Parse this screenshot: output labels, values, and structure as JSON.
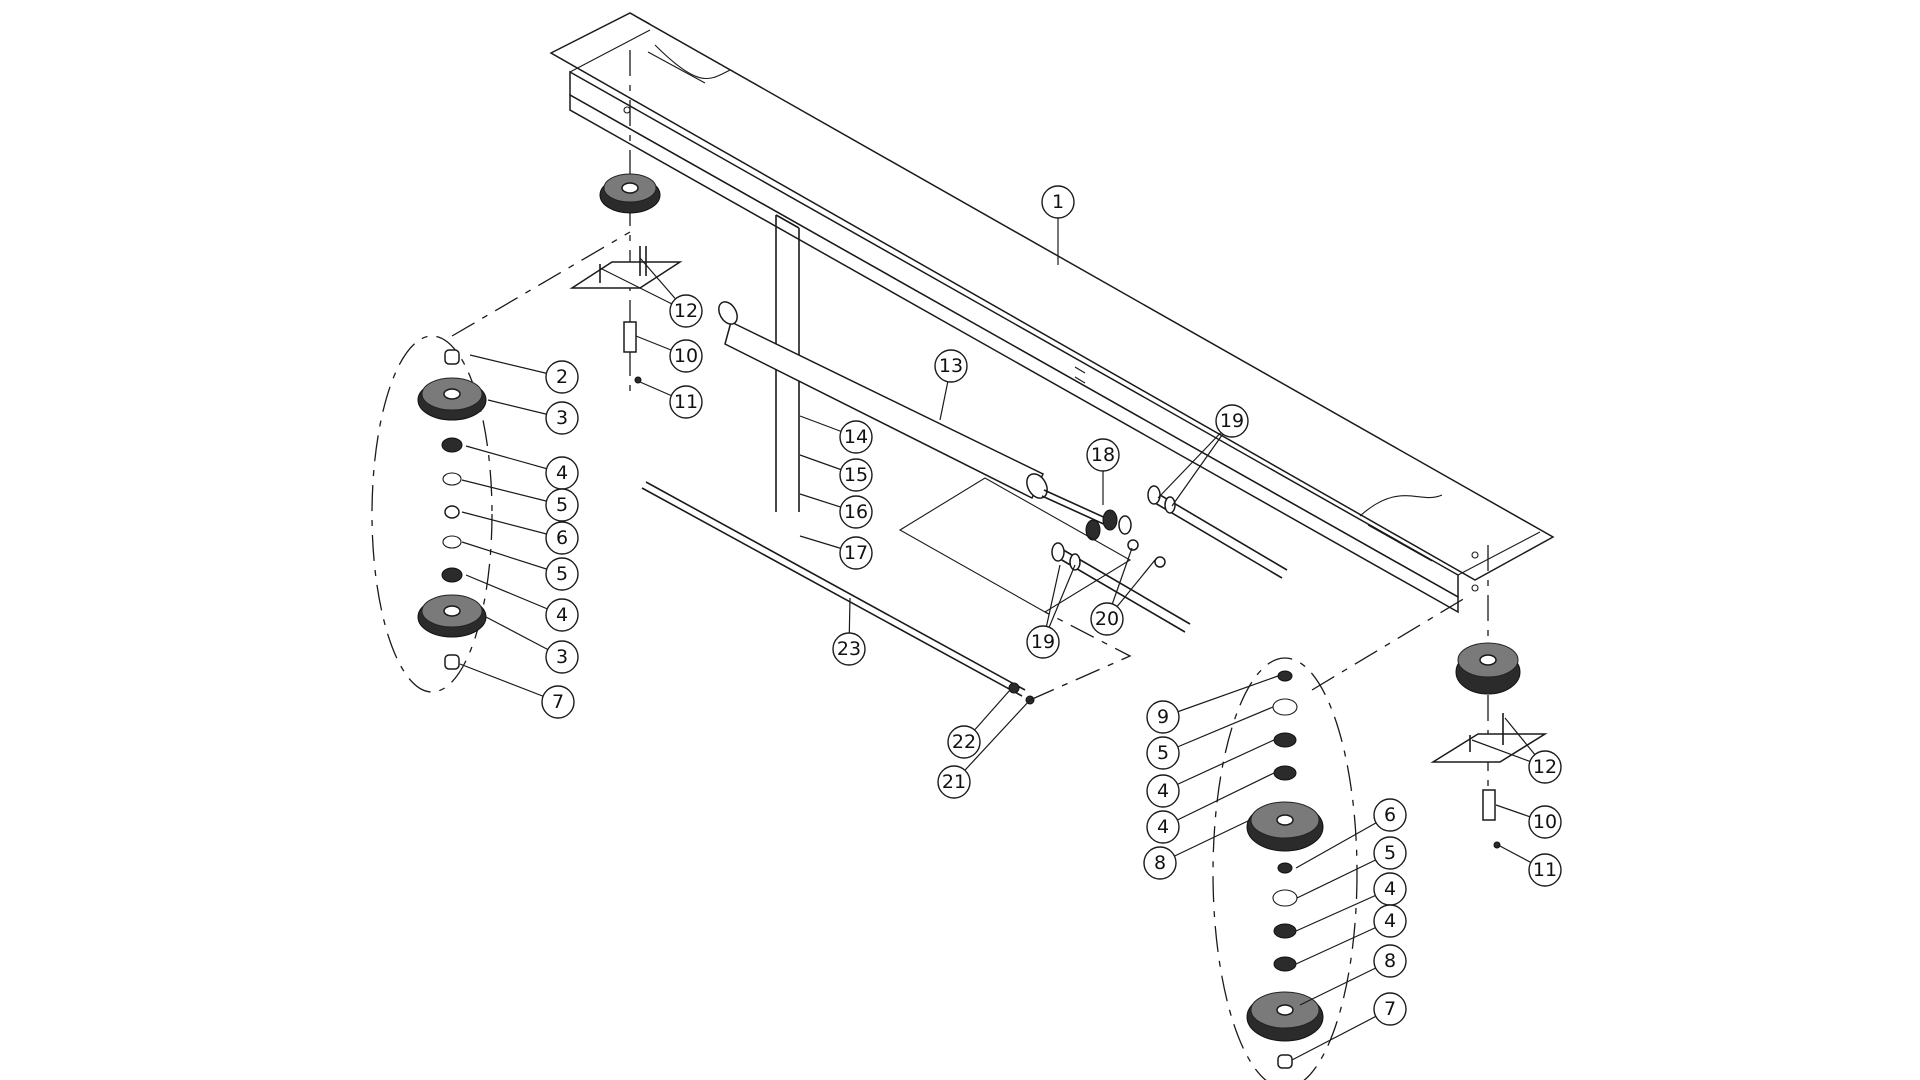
{
  "balloons": [
    {
      "label": "1"
    },
    {
      "label": "2"
    },
    {
      "label": "3"
    },
    {
      "label": "4"
    },
    {
      "label": "5"
    },
    {
      "label": "6"
    },
    {
      "label": "5"
    },
    {
      "label": "4"
    },
    {
      "label": "3"
    },
    {
      "label": "7"
    },
    {
      "label": "12"
    },
    {
      "label": "10"
    },
    {
      "label": "11"
    },
    {
      "label": "13"
    },
    {
      "label": "14"
    },
    {
      "label": "15"
    },
    {
      "label": "16"
    },
    {
      "label": "17"
    },
    {
      "label": "18"
    },
    {
      "label": "19"
    },
    {
      "label": "19"
    },
    {
      "label": "20"
    },
    {
      "label": "23"
    },
    {
      "label": "22"
    },
    {
      "label": "21"
    },
    {
      "label": "9"
    },
    {
      "label": "5"
    },
    {
      "label": "4"
    },
    {
      "label": "4"
    },
    {
      "label": "8"
    },
    {
      "label": "6"
    },
    {
      "label": "5"
    },
    {
      "label": "4"
    },
    {
      "label": "4"
    },
    {
      "label": "8"
    },
    {
      "label": "7"
    },
    {
      "label": "12"
    },
    {
      "label": "10"
    },
    {
      "label": "11"
    }
  ]
}
